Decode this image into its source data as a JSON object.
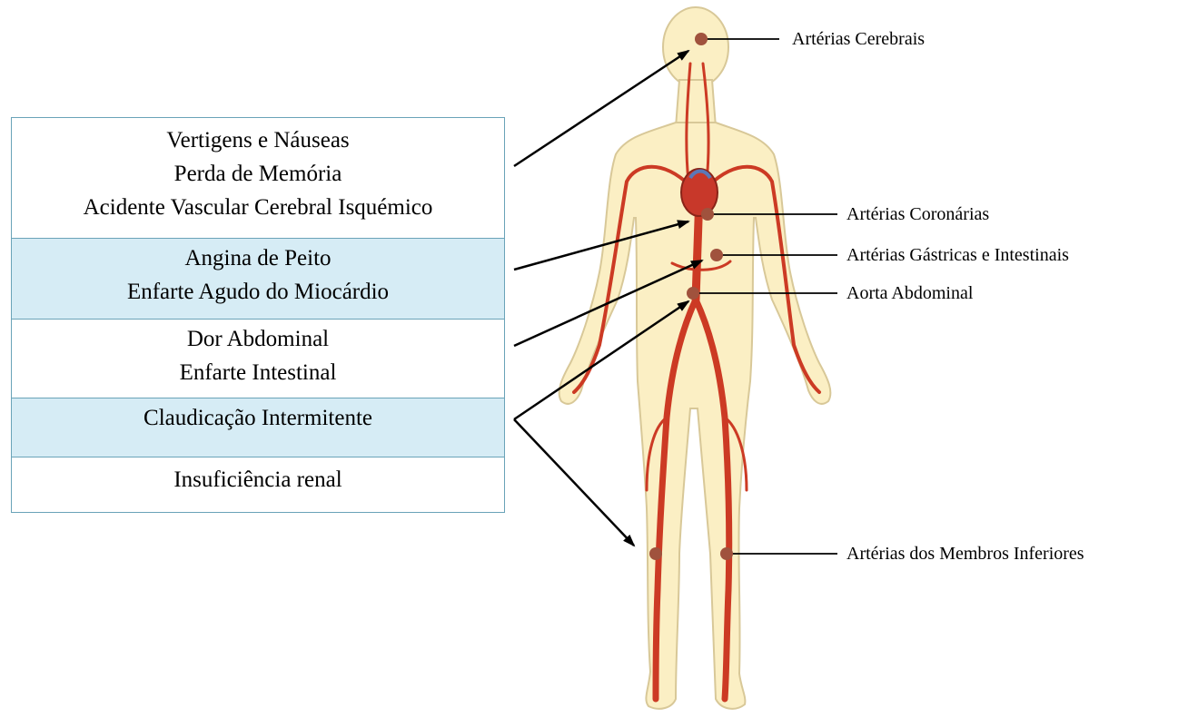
{
  "symptoms": {
    "cerebral": [
      "Vertigens e Náuseas",
      "Perda de Memória",
      "Acidente Vascular  Cerebral  Isquémico"
    ],
    "coronary": [
      "Angina de Peito",
      "Enfarte Agudo do Miocárdio"
    ],
    "intestinal": [
      "Dor Abdominal",
      "Enfarte Intestinal"
    ],
    "limbs": [
      "Claudicação  Intermitente"
    ],
    "renal": [
      "Insuficiência renal"
    ]
  },
  "arteries": {
    "cerebral": "Artérias Cerebrais",
    "coronary": "Artérias Coronárias",
    "gastric": "Artérias Gástricas  e Intestinais",
    "aorta": "Aorta Abdominal",
    "limbs": "Artérias dos Membros  Inferiores"
  },
  "colors": {
    "table_border": "#6aa3b8",
    "table_shade": "#d6ecf5",
    "skin": "#fbefc4",
    "skin_outline": "#d8c898",
    "artery": "#cc3a24",
    "marker": "#a0523d"
  }
}
